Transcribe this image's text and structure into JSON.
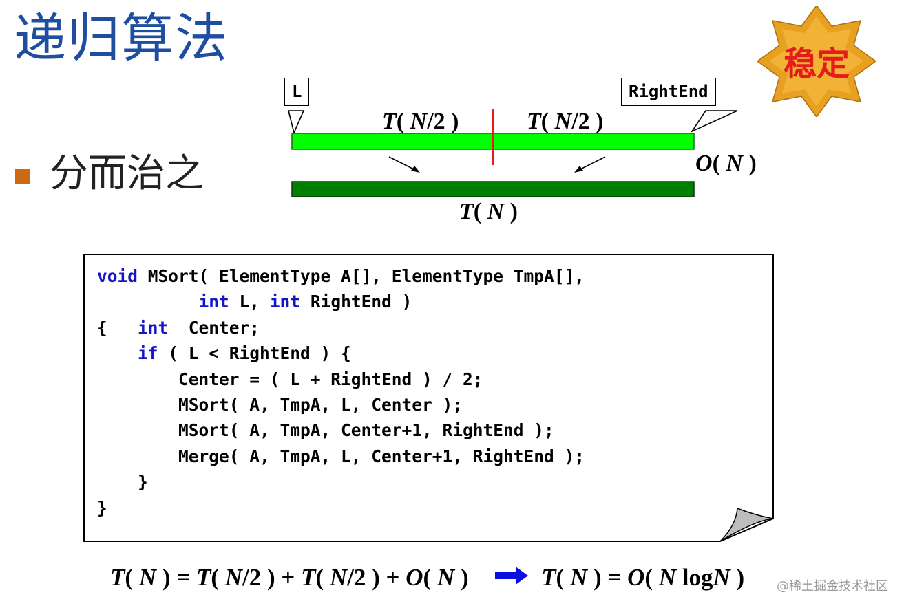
{
  "title": "递归算法",
  "badge": {
    "text": "稳定",
    "color": "#e8a020"
  },
  "bullet": {
    "text": "分而治之"
  },
  "diagram": {
    "callout_left": "L",
    "callout_right": "RightEnd",
    "top_left_label": [
      "T",
      "( ",
      "N",
      "/2 )"
    ],
    "top_right_label": [
      "T",
      "( ",
      "N",
      "/2 )"
    ],
    "merge_label": [
      "O",
      "( ",
      "N",
      " )"
    ],
    "bottom_label": [
      "T",
      "( ",
      "N",
      " )"
    ]
  },
  "code": {
    "lines": [
      [
        {
          "t": "void",
          "kw": true
        },
        {
          "t": " MSort( ElementType A[], ElementType TmpA[],"
        }
      ],
      [
        {
          "t": "          "
        },
        {
          "t": "int",
          "kw": true
        },
        {
          "t": " L, "
        },
        {
          "t": "int",
          "kw": true
        },
        {
          "t": " RightEnd )"
        }
      ],
      [
        {
          "t": "{   "
        },
        {
          "t": "int",
          "kw": true
        },
        {
          "t": "  Center;"
        }
      ],
      [
        {
          "t": "    "
        },
        {
          "t": "if",
          "kw": true
        },
        {
          "t": " ( L < RightEnd ) {"
        }
      ],
      [
        {
          "t": "        Center = ( L + RightEnd ) / 2;"
        }
      ],
      [
        {
          "t": "        MSort( A, TmpA, L, Center );"
        }
      ],
      [
        {
          "t": "        MSort( A, TmpA, Center+1, RightEnd );"
        }
      ],
      [
        {
          "t": "        Merge( A, TmpA, L, Center+1, RightEnd );"
        }
      ],
      [
        {
          "t": "    }"
        }
      ],
      [
        {
          "t": "}"
        }
      ]
    ]
  },
  "formula": {
    "lhs": [
      {
        "t": "T",
        "i": true
      },
      {
        "t": "( "
      },
      {
        "t": "N",
        "i": true
      },
      {
        "t": " ) = "
      },
      {
        "t": "T",
        "i": true
      },
      {
        "t": "( "
      },
      {
        "t": "N",
        "i": true
      },
      {
        "t": "/2 ) + "
      },
      {
        "t": "T",
        "i": true
      },
      {
        "t": "( "
      },
      {
        "t": "N",
        "i": true
      },
      {
        "t": "/2 ) + "
      },
      {
        "t": "O",
        "i": true
      },
      {
        "t": "( "
      },
      {
        "t": "N",
        "i": true
      },
      {
        "t": " )"
      }
    ],
    "rhs": [
      {
        "t": "T",
        "i": true
      },
      {
        "t": "( "
      },
      {
        "t": "N",
        "i": true
      },
      {
        "t": " ) = "
      },
      {
        "t": "O",
        "i": true
      },
      {
        "t": "( "
      },
      {
        "t": "N",
        "i": true
      },
      {
        "t": " log"
      },
      {
        "t": "N",
        "i": true
      },
      {
        "t": " )"
      }
    ]
  },
  "watermark": "@稀土掘金技术社区",
  "colors": {
    "title": "#1f4ea0",
    "bullet": "#cc6a12",
    "bar_light": "#00ff00",
    "bar_dark": "#008000",
    "divider": "#e41c1c",
    "keyword": "#1515c8",
    "arrow": "#0a10e0"
  }
}
